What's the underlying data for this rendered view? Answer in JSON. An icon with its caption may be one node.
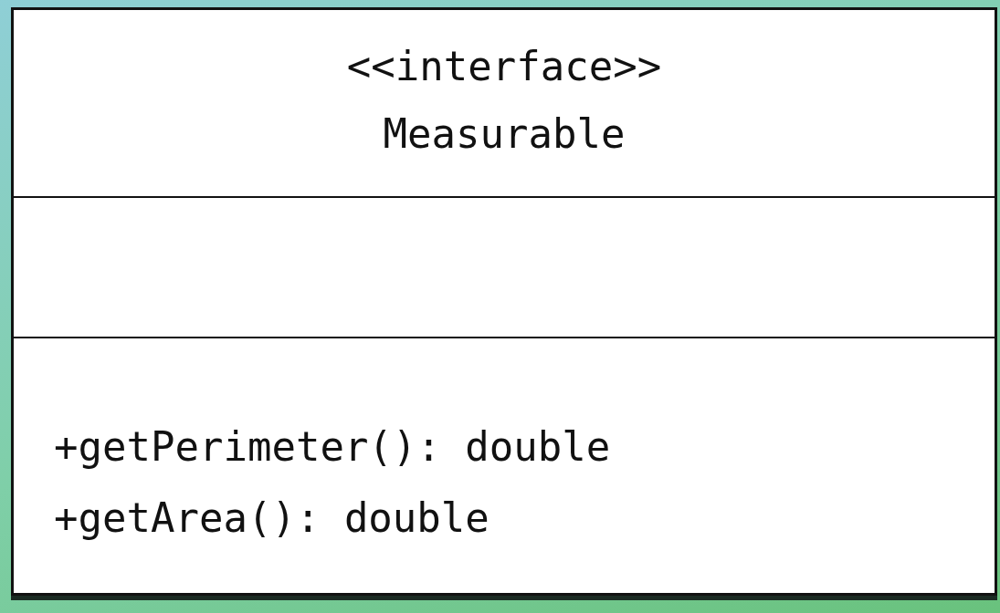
{
  "diagram": {
    "nodes": [
      {
        "text": [
          "<<interface>>",
          "Measurable",
          "+getPerimeter(): double",
          "+getArea(): double"
        ]
      }
    ]
  }
}
